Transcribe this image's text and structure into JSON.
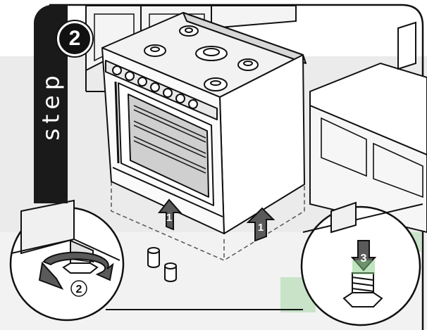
{
  "step": {
    "word": "step",
    "number": "2"
  },
  "arrows": {
    "lift_label": "1",
    "rotate_label": "2",
    "screw_label": "3"
  },
  "colors": {
    "ink": "#111111",
    "tab": "#1a1a1a",
    "band": "#ebebeb",
    "arrow_fill": "#5a5a5a",
    "green_hint": "#7fc97f"
  },
  "icons": [
    "lift-up-arrow",
    "rotate-arrow",
    "screw-down-arrow",
    "adjustable-foot",
    "hex-nut"
  ]
}
